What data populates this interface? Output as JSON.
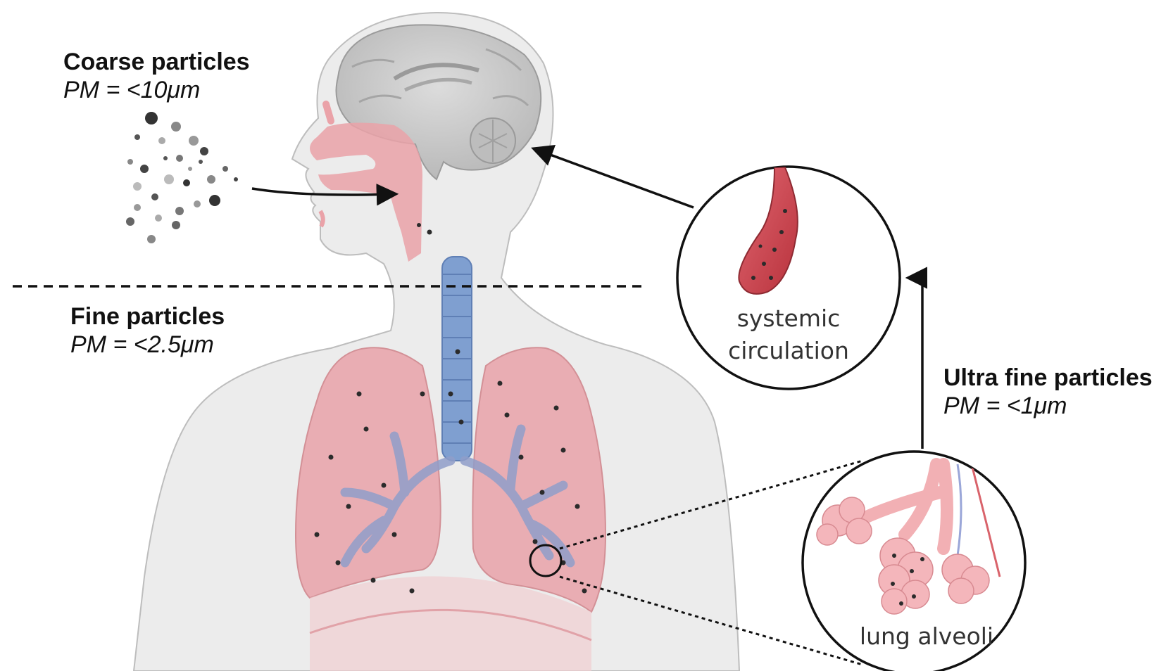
{
  "labels": {
    "coarse": {
      "title": "Coarse particles",
      "size": "PM = <10μm"
    },
    "fine": {
      "title": "Fine particles",
      "size": "PM = <2.5μm"
    },
    "ultrafine": {
      "title": "Ultra fine particles",
      "size": "PM = <1μm"
    }
  },
  "insets": {
    "systemic": {
      "caption_line1": "systemic",
      "caption_line2": "circulation"
    },
    "alveoli": {
      "caption": "lung alveoli"
    }
  },
  "colors": {
    "body": "#ececec",
    "body_outline": "#bdbdbd",
    "brain": "#cfcfcf",
    "airway": "#eaa2a8",
    "lung": "#e9a3aa",
    "trachea": "#7f9fd0",
    "vessel": "#c9424a",
    "particle": "#2b2b2b"
  }
}
